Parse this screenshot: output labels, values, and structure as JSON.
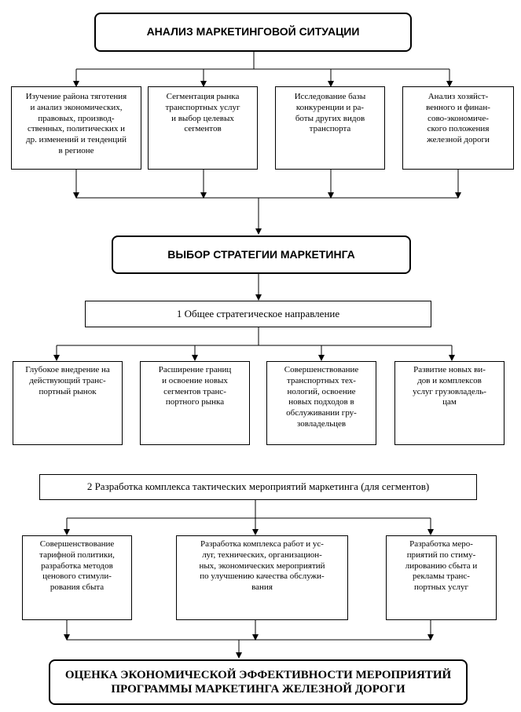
{
  "diagram": {
    "title_top": "АНАЛИЗ МАРКЕТИНГОВОЙ СИТУАЦИИ",
    "analysis": [
      "Изучение района тяготения\nи анализ экономических,\nправовых, производ-\nственных, политических и\nдр. изменений и тенденций\nв регионе",
      "Сегментация рынка\nтранспортных услуг\nи выбор целевых\nсегментов",
      "Исследование базы\nконкуренции и ра-\nботы других видов\nтранспорта",
      "Анализ хозяйст-\nвенного и финан-\nсово-экономиче-\nского положения\nжелезной дороги"
    ],
    "strategy_title": "ВЫБОР СТРАТЕГИИ МАРКЕТИНГА",
    "direction_title": "1 Общее стратегическое направление",
    "directions": [
      "Глубокое внедрение на\nдействующий транс-\nпортный рынок",
      "Расширение границ\nи освоение новых\nсегментов транс-\nпортного рынка",
      "Совершенствование\nтранспортных тех-\nнологий, освоение\nновых подходов в\nобслуживании гру-\nзовладельцев",
      "Развитие новых ви-\nдов и комплексов\nуслуг грузовладель-\nцам"
    ],
    "tactics_title": "2 Разработка комплекса тактических мероприятий маркетинга (для сегментов)",
    "tactics": [
      "Совершенствование\nтарифной политики,\nразработка методов\nценового стимули-\nрования сбыта",
      "Разработка комплекса работ и ус-\nлуг, технических, организацион-\nных, экономических мероприятий\nпо улучшению качества обслужи-\nвания",
      "Разработка меро-\nприятий по стиму-\nлированию сбыта и\nрекламы транс-\nпортных услуг"
    ],
    "final_title": "ОЦЕНКА ЭКОНОМИЧЕСКОЙ ЭФФЕКТИВНОСТИ МЕРОПРИЯТИЙ\nПРОГРАММЫ МАРКЕТИНГА ЖЕЛЕЗНОЙ ДОРОГИ"
  }
}
